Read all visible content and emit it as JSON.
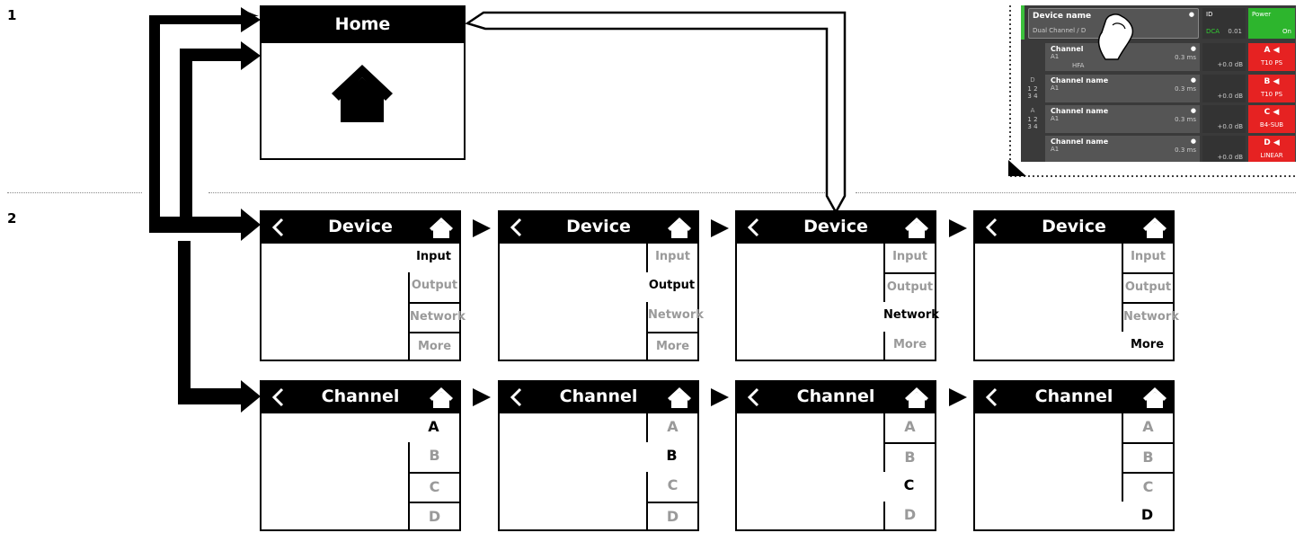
{
  "rows": [
    "1",
    "2"
  ],
  "home": {
    "title": "Home"
  },
  "device_screens": [
    {
      "title": "Device",
      "tabs": [
        "Input",
        "Output",
        "Network",
        "More"
      ],
      "active": 0
    },
    {
      "title": "Device",
      "tabs": [
        "Input",
        "Output",
        "Network",
        "More"
      ],
      "active": 1
    },
    {
      "title": "Device",
      "tabs": [
        "Input",
        "Output",
        "Network",
        "More"
      ],
      "active": 2
    },
    {
      "title": "Device",
      "tabs": [
        "Input",
        "Output",
        "Network",
        "More"
      ],
      "active": 3
    }
  ],
  "channel_screens": [
    {
      "title": "Channel",
      "tabs": [
        "A",
        "B",
        "C",
        "D"
      ],
      "active": 0
    },
    {
      "title": "Channel",
      "tabs": [
        "A",
        "B",
        "C",
        "D"
      ],
      "active": 1
    },
    {
      "title": "Channel",
      "tabs": [
        "A",
        "B",
        "C",
        "D"
      ],
      "active": 2
    },
    {
      "title": "Channel",
      "tabs": [
        "A",
        "B",
        "C",
        "D"
      ],
      "active": 3
    }
  ],
  "panel": {
    "device_name": "Device name",
    "subtitle": "Dual Channel / D",
    "id_label": "ID",
    "dca_label": "DCA",
    "dca_value": "0.01",
    "power_label": "Power",
    "power_state": "On",
    "channels": [
      {
        "name": "Channel",
        "input": "A1",
        "extra": "HFA",
        "delay": "0.3 ms",
        "gain": "+0.0 dB",
        "letter": "A",
        "preset": "T10 PS",
        "side_label": "",
        "side_nums": ""
      },
      {
        "name": "Channel name",
        "input": "A1",
        "extra": "",
        "delay": "0.3 ms",
        "gain": "+0.0 dB",
        "letter": "B",
        "preset": "T10 PS",
        "side_label": "D",
        "side_nums": "1 2\n3 4"
      },
      {
        "name": "Channel name",
        "input": "A1",
        "extra": "",
        "delay": "0.3 ms",
        "gain": "+0.0 dB",
        "letter": "C",
        "preset": "B4-SUB",
        "side_label": "A",
        "side_nums": "1 2\n3 4"
      },
      {
        "name": "Channel name",
        "input": "A1",
        "extra": "",
        "delay": "0.3 ms",
        "gain": "+0.0 dB",
        "letter": "D",
        "preset": "LINEAR",
        "side_label": "",
        "side_nums": ""
      }
    ]
  },
  "icons": {
    "home": "home-icon",
    "back": "back-chevron-icon",
    "speaker": "speaker-mute-icon",
    "finger": "pointing-finger-icon"
  },
  "colors": {
    "power_green": "#2db52d",
    "channel_red": "#e62222",
    "accent_green_bar": "#3cc13c"
  }
}
